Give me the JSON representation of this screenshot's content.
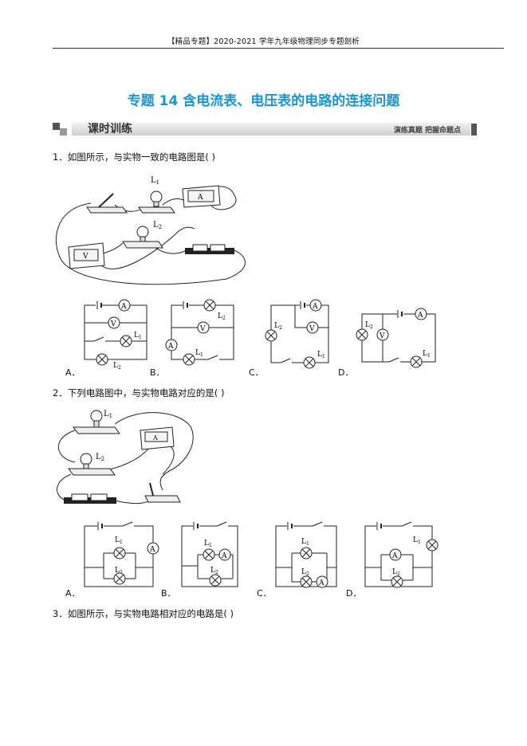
{
  "header": {
    "text": "【精品专题】2020-2021 学年九年级物理同步专题剖析"
  },
  "title": "专题 14  含电流表、电压表的电路的连接问题",
  "section": {
    "label": "课时训练",
    "right_label": "演练真题  把握命题点"
  },
  "questions": [
    {
      "text": "1．如图所示，与实物一致的电路图是(      )",
      "options": [
        "A．",
        "B．",
        "C．",
        "D．"
      ]
    },
    {
      "text": "2．下列电路图中，与实物电路对应的是(      )",
      "options": [
        "A．",
        "B．",
        "C．",
        "D．"
      ]
    },
    {
      "text": "3．如图所示，与实物电路相对应的电路是(      )"
    }
  ],
  "symbols": {
    "ammeter": "A",
    "voltmeter": "V",
    "lamp1": "L",
    "lamp2": "L",
    "sub1": "1",
    "sub2": "2"
  }
}
